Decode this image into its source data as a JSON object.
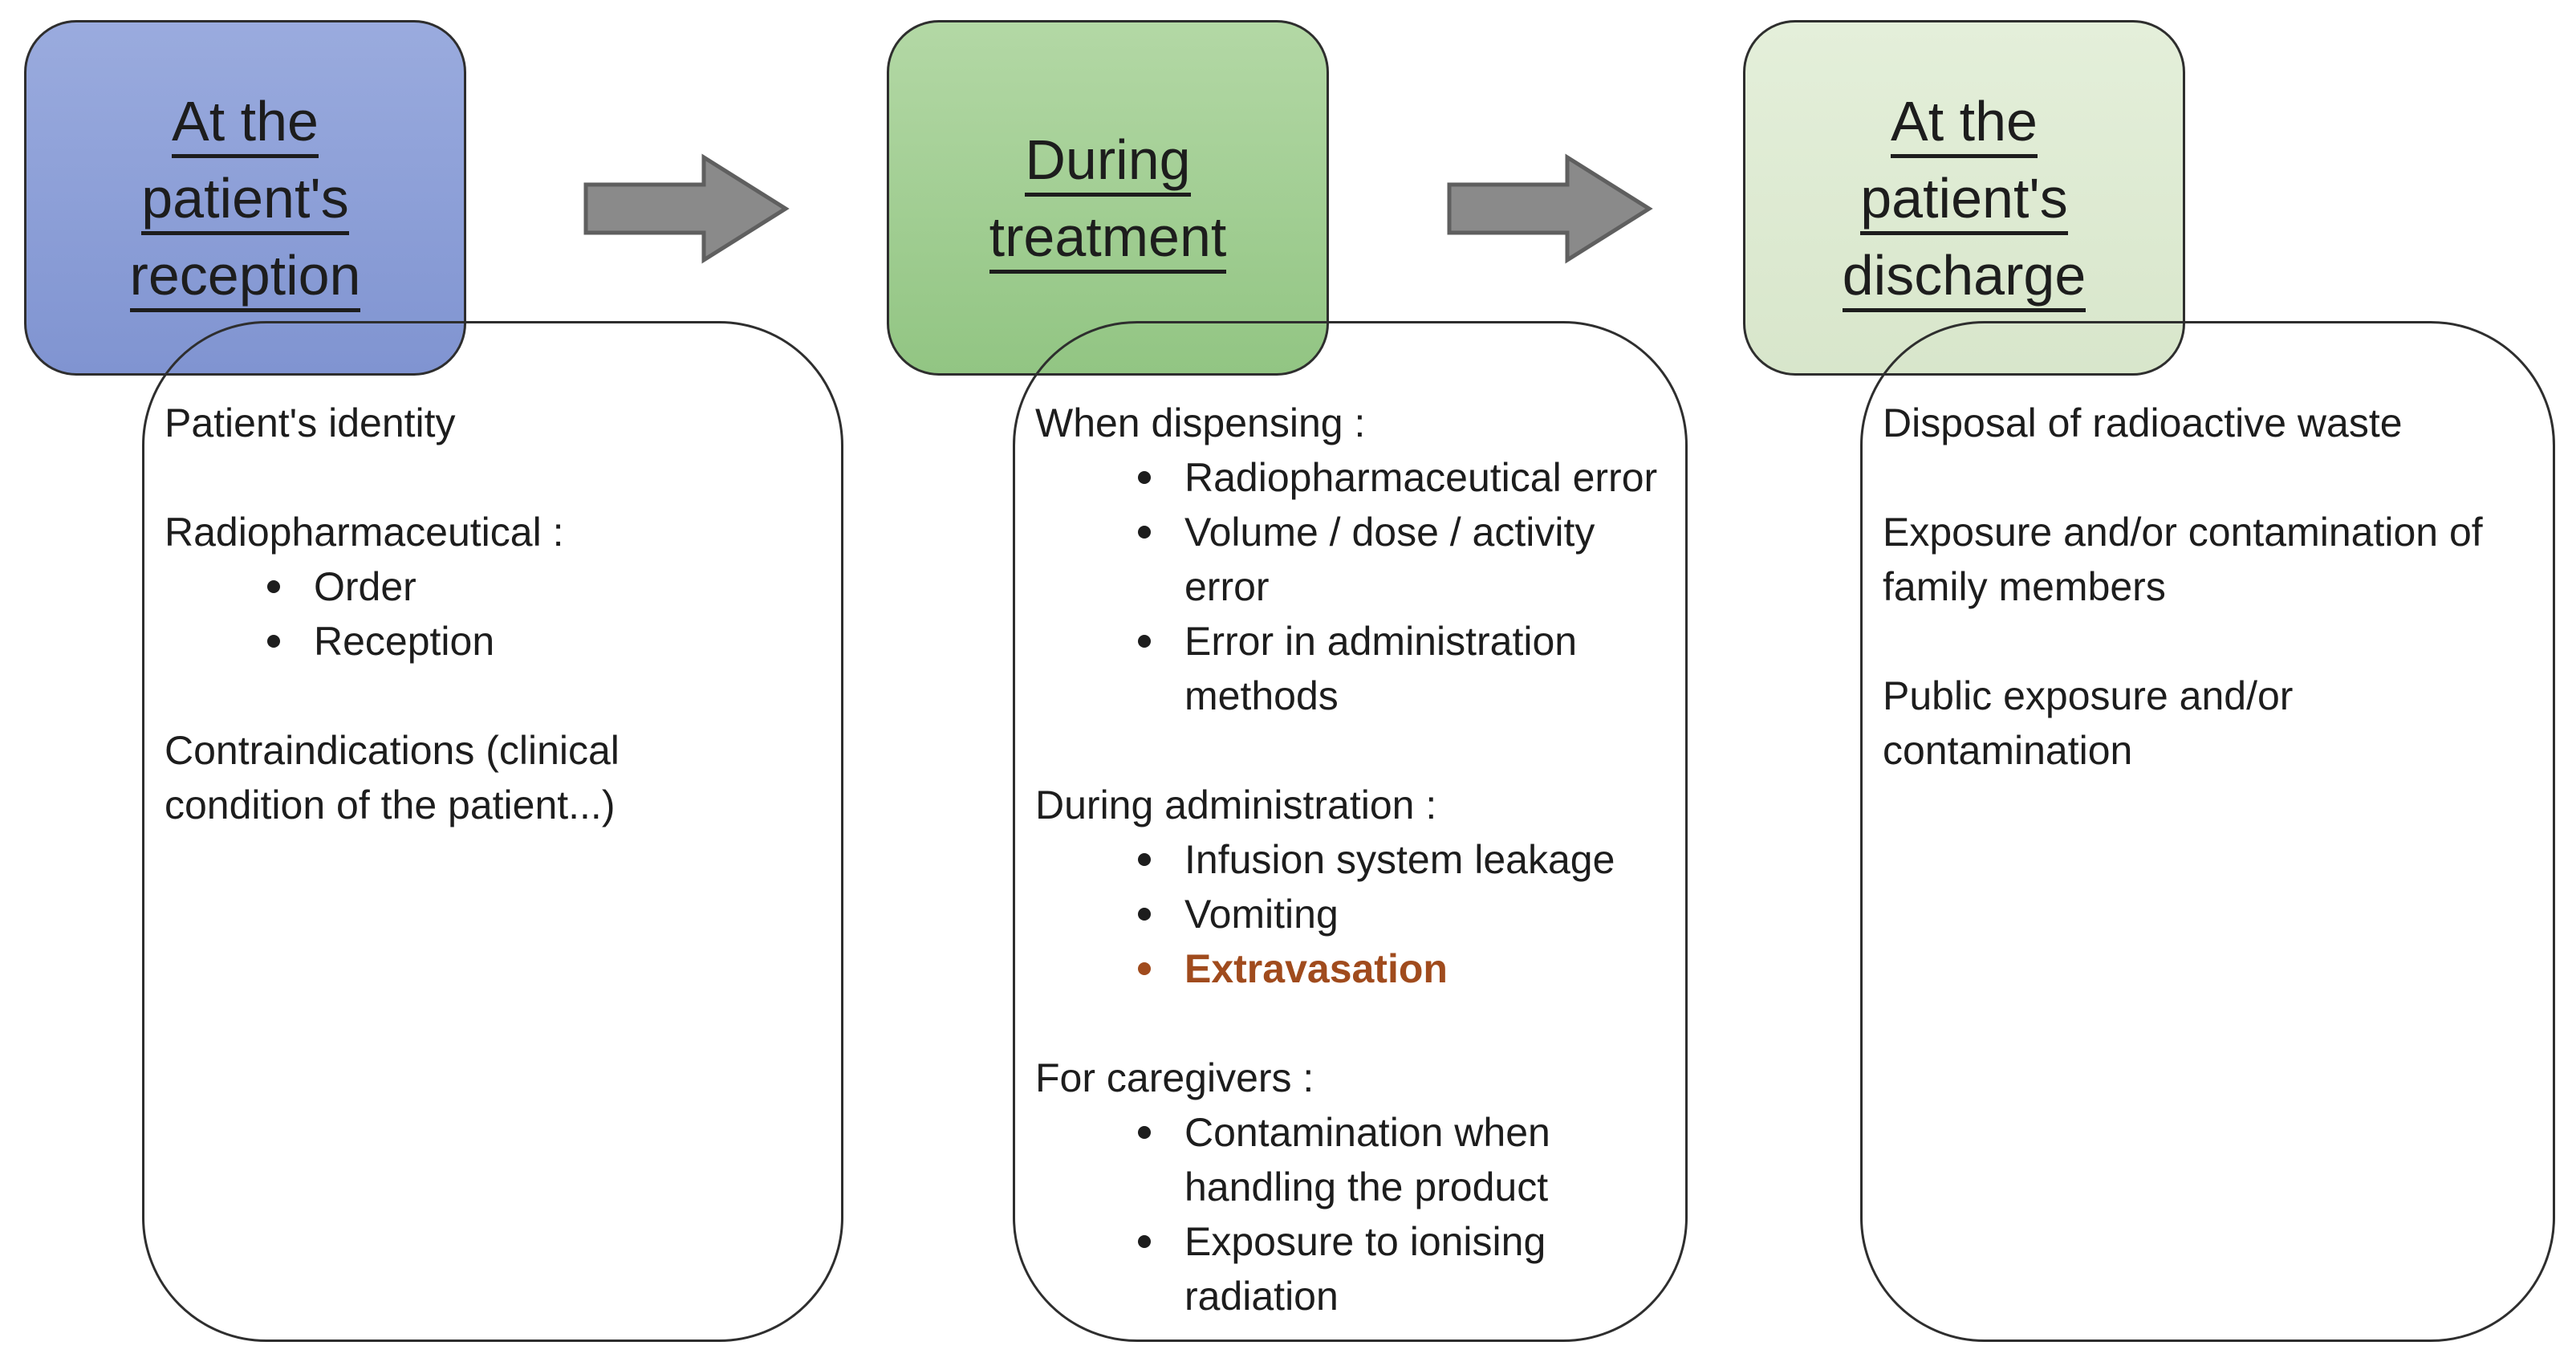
{
  "diagram": {
    "colors": {
      "text": "#1d1d1d",
      "box_border": "#2e2e2e",
      "highlight_text": "#a04b1d",
      "arrow_fill": "#8a8a8a",
      "arrow_stroke": "#5f5f5f"
    },
    "arrows": [
      {
        "icon": "right-block-arrow"
      },
      {
        "icon": "right-block-arrow"
      }
    ],
    "stages": [
      {
        "id": "reception",
        "header_lines": [
          "At the",
          "patient's",
          "reception"
        ],
        "header_fill_top": "#9aabde",
        "header_fill_bottom": "#8094d1",
        "blocks": [
          {
            "type": "text",
            "text": "Patient's identity"
          },
          {
            "type": "spacer"
          },
          {
            "type": "text",
            "text": "Radiopharmaceutical :"
          },
          {
            "type": "bullet",
            "text": "Order"
          },
          {
            "type": "bullet",
            "text": "Reception"
          },
          {
            "type": "spacer"
          },
          {
            "type": "text",
            "text": "Contraindications (clinical condition of the patient...)"
          }
        ]
      },
      {
        "id": "treatment",
        "header_lines": [
          "During",
          "treatment"
        ],
        "header_fill_top": "#b3d8a5",
        "header_fill_bottom": "#92c583",
        "blocks": [
          {
            "type": "text",
            "text": "When dispensing :"
          },
          {
            "type": "bullet",
            "text": "Radiopharmaceutical error"
          },
          {
            "type": "bullet",
            "text": "Volume / dose / activity error"
          },
          {
            "type": "bullet",
            "text": "Error in administration methods"
          },
          {
            "type": "spacer"
          },
          {
            "type": "text",
            "text": "During administration :"
          },
          {
            "type": "bullet",
            "text": "Infusion system leakage"
          },
          {
            "type": "bullet",
            "text": "Vomiting"
          },
          {
            "type": "bullet",
            "text": "Extravasation",
            "highlight": true
          },
          {
            "type": "spacer"
          },
          {
            "type": "text",
            "text": "For caregivers :"
          },
          {
            "type": "bullet",
            "text": "Contamination when handling the product"
          },
          {
            "type": "bullet",
            "text": "Exposure to ionising radiation"
          }
        ]
      },
      {
        "id": "discharge",
        "header_lines": [
          "At the",
          "patient's",
          "discharge"
        ],
        "header_fill_top": "#e4efda",
        "header_fill_bottom": "#d8e6cb",
        "blocks": [
          {
            "type": "text",
            "text": "Disposal of radioactive waste"
          },
          {
            "type": "spacer"
          },
          {
            "type": "text",
            "text": "Exposure and/or contamination of family members"
          },
          {
            "type": "spacer"
          },
          {
            "type": "text",
            "text": "Public exposure and/or contamination"
          }
        ]
      }
    ]
  }
}
